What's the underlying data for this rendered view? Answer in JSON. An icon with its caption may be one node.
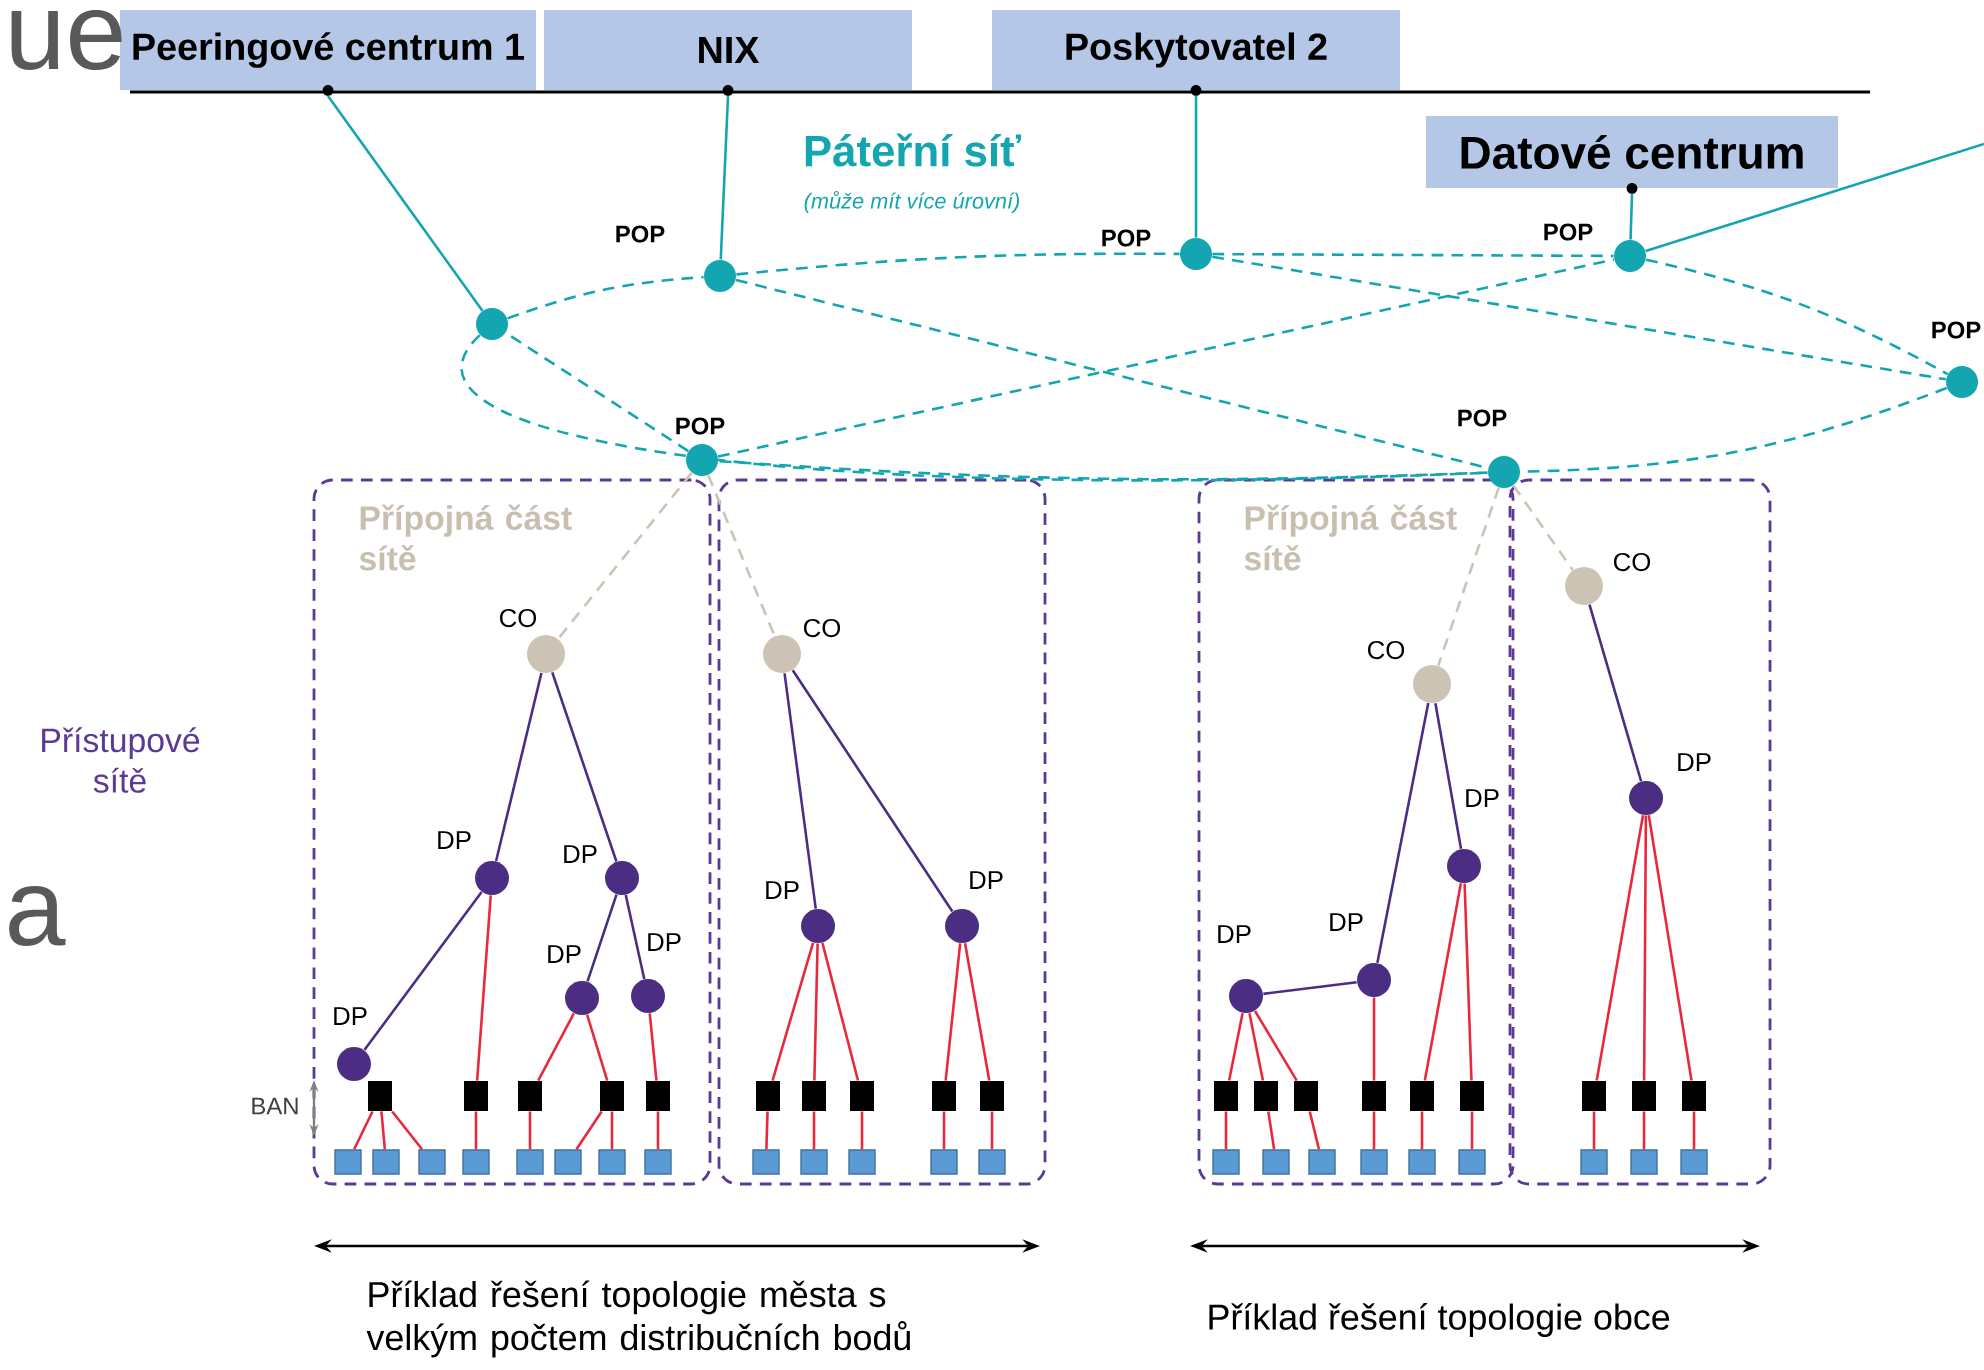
{
  "diagram": {
    "nodes": [
      {
        "text": [
          "Peeringové centrum 1"
        ]
      },
      {
        "text": [
          "NIX"
        ]
      },
      {
        "text": [
          "Poskytovatel 2"
        ]
      },
      {
        "text": [
          "Datové centrum"
        ]
      },
      {
        "text": [],
        "shape": "circle"
      },
      {
        "text": [],
        "shape": "circle",
        "beside": [
          "POP"
        ]
      },
      {
        "text": [],
        "shape": "circle",
        "beside": [
          "POP"
        ]
      },
      {
        "text": [],
        "shape": "circle",
        "beside": [
          "POP"
        ]
      },
      {
        "text": [],
        "shape": "circle",
        "beside": [
          "POP"
        ]
      },
      {
        "text": [],
        "shape": "circle",
        "beside": [
          "POP"
        ]
      },
      {
        "text": [],
        "shape": "circle",
        "beside": [
          "POP"
        ]
      },
      {
        "text": [
          "Přípojná část sítě"
        ]
      },
      {
        "text": [],
        "shape": "box"
      },
      {
        "text": [
          "Přípojná část sítě"
        ]
      },
      {
        "text": [],
        "shape": "box"
      },
      {
        "text": [],
        "shape": "circle",
        "beside": [
          "CO"
        ],
        "in": 11
      },
      {
        "text": [],
        "shape": "circle",
        "beside": [
          "DP"
        ],
        "in": 11
      },
      {
        "text": [],
        "shape": "circle",
        "beside": [
          "DP"
        ],
        "in": 11
      },
      {
        "text": [],
        "shape": "circle",
        "beside": [
          "DP"
        ],
        "in": 11
      },
      {
        "text": [],
        "shape": "circle",
        "beside": [
          "DP"
        ],
        "in": 11
      },
      {
        "text": [],
        "shape": "circle",
        "beside": [
          "DP"
        ],
        "in": 11
      },
      {
        "text": [],
        "shape": "box",
        "in": 11
      },
      {
        "text": [],
        "shape": "box",
        "in": 11
      },
      {
        "text": [],
        "shape": "box",
        "in": 11
      },
      {
        "text": [],
        "shape": "box",
        "in": 11
      },
      {
        "text": [],
        "shape": "box",
        "in": 11
      },
      {
        "text": [],
        "shape": "box",
        "in": 11
      },
      {
        "text": [],
        "shape": "box",
        "in": 11
      },
      {
        "text": [],
        "shape": "box",
        "in": 11
      },
      {
        "text": [],
        "shape": "box",
        "in": 11
      },
      {
        "text": [],
        "shape": "box",
        "in": 11
      },
      {
        "text": [],
        "shape": "box",
        "in": 11
      },
      {
        "text": [],
        "shape": "box",
        "in": 11
      },
      {
        "text": [],
        "shape": "box",
        "in": 11
      },
      {
        "text": [],
        "shape": "circle",
        "beside": [
          "CO"
        ],
        "in": 12
      },
      {
        "text": [],
        "shape": "circle",
        "beside": [
          "DP"
        ],
        "in": 12
      },
      {
        "text": [],
        "shape": "circle",
        "beside": [
          "DP"
        ],
        "in": 12
      },
      {
        "text": [],
        "shape": "box",
        "in": 12
      },
      {
        "text": [],
        "shape": "box",
        "in": 12
      },
      {
        "text": [],
        "shape": "box",
        "in": 12
      },
      {
        "text": [],
        "shape": "box",
        "in": 12
      },
      {
        "text": [],
        "shape": "box",
        "in": 12
      },
      {
        "text": [],
        "shape": "box",
        "in": 12
      },
      {
        "text": [],
        "shape": "box",
        "in": 12
      },
      {
        "text": [],
        "shape": "box",
        "in": 12
      },
      {
        "text": [],
        "shape": "box",
        "in": 12
      },
      {
        "text": [],
        "shape": "box",
        "in": 12
      },
      {
        "text": [],
        "shape": "circle",
        "beside": [
          "CO"
        ],
        "in": 13
      },
      {
        "text": [],
        "shape": "circle",
        "beside": [
          "DP"
        ],
        "in": 13
      },
      {
        "text": [],
        "shape": "circle",
        "beside": [
          "DP"
        ],
        "in": 13
      },
      {
        "text": [],
        "shape": "circle",
        "beside": [
          "DP"
        ],
        "in": 13
      },
      {
        "text": [],
        "shape": "box",
        "in": 13
      },
      {
        "text": [],
        "shape": "box",
        "in": 13
      },
      {
        "text": [],
        "shape": "box",
        "in": 13
      },
      {
        "text": [],
        "shape": "box",
        "in": 13
      },
      {
        "text": [],
        "shape": "box",
        "in": 13
      },
      {
        "text": [],
        "shape": "box",
        "in": 13
      },
      {
        "text": [],
        "shape": "box",
        "in": 13
      },
      {
        "text": [],
        "shape": "box",
        "in": 13
      },
      {
        "text": [],
        "shape": "box",
        "in": 13
      },
      {
        "text": [],
        "shape": "box",
        "in": 13
      },
      {
        "text": [],
        "shape": "box",
        "in": 13
      },
      {
        "text": [],
        "shape": "box",
        "in": 13
      },
      {
        "text": [],
        "shape": "circle",
        "beside": [
          "CO"
        ],
        "in": 14
      },
      {
        "text": [],
        "shape": "circle",
        "beside": [
          "DP"
        ],
        "in": 14
      },
      {
        "text": [],
        "shape": "box",
        "in": 14
      },
      {
        "text": [],
        "shape": "box",
        "in": 14
      },
      {
        "text": [],
        "shape": "box",
        "in": 14
      },
      {
        "text": [],
        "shape": "box",
        "in": 14
      },
      {
        "text": [],
        "shape": "box",
        "in": 14
      },
      {
        "text": [],
        "shape": "box",
        "in": 14
      }
    ],
    "edges": [
      {
        "from": 0,
        "to": 4,
        "arrow": "none",
        "color": "#13a5b0"
      },
      {
        "from": 1,
        "to": 5,
        "arrow": "none",
        "color": "#13a5b0"
      },
      {
        "from": 2,
        "to": 6,
        "arrow": "none",
        "color": "#13a5b0"
      },
      {
        "from": 3,
        "to": 7,
        "arrow": "none",
        "color": "#13a5b0"
      },
      {
        "from": null,
        "to": 7,
        "arrow": "none",
        "color": "#13a5b0"
      },
      {
        "from": 4,
        "to": 5,
        "arrow": "none",
        "style": "dashed",
        "color": "#13a5b0"
      },
      {
        "from": 5,
        "to": 6,
        "arrow": "none",
        "style": "dashed",
        "color": "#13a5b0"
      },
      {
        "from": 6,
        "to": 7,
        "arrow": "none",
        "style": "dashed",
        "color": "#13a5b0"
      },
      {
        "from": 7,
        "to": 8,
        "arrow": "none",
        "style": "dashed",
        "color": "#13a5b0"
      },
      {
        "from": 8,
        "to": 10,
        "arrow": "none",
        "style": "dashed",
        "color": "#13a5b0"
      },
      {
        "from": 10,
        "to": 9,
        "arrow": "none",
        "style": "dashed",
        "color": "#13a5b0"
      },
      {
        "from": 9,
        "to": 4,
        "arrow": "none",
        "style": "dashed",
        "color": "#13a5b0"
      },
      {
        "from": 4,
        "to": 10,
        "arrow": "none",
        "style": "dashed",
        "color": "#13a5b0"
      },
      {
        "from": 5,
        "to": 10,
        "arrow": "none",
        "style": "dashed",
        "color": "#13a5b0"
      },
      {
        "from": 9,
        "to": 7,
        "arrow": "none",
        "style": "dashed",
        "color": "#13a5b0"
      },
      {
        "from": 6,
        "to": 8,
        "arrow": "none",
        "style": "dashed",
        "color": "#13a5b0"
      },
      {
        "from": 9,
        "to": 15,
        "arrow": "none",
        "style": "dashed",
        "color": "#cdc3b5"
      },
      {
        "from": 9,
        "to": 34,
        "arrow": "none",
        "style": "dashed",
        "color": "#cdc3b5"
      },
      {
        "from": 10,
        "to": 47,
        "arrow": "none",
        "style": "dashed",
        "color": "#cdc3b5"
      },
      {
        "from": 10,
        "to": 63,
        "arrow": "none",
        "style": "dashed",
        "color": "#cdc3b5"
      },
      {
        "from": 15,
        "to": 16,
        "arrow": "none",
        "color": "#4b2d83"
      },
      {
        "from": 15,
        "to": 17,
        "arrow": "none",
        "color": "#4b2d83"
      },
      {
        "from": 16,
        "to": 20,
        "arrow": "none",
        "color": "#4b2d83"
      },
      {
        "from": 17,
        "to": 18,
        "arrow": "none",
        "color": "#4b2d83"
      },
      {
        "from": 17,
        "to": 19,
        "arrow": "none",
        "color": "#4b2d83"
      },
      {
        "from": 34,
        "to": 35,
        "arrow": "none",
        "color": "#4b2d83"
      },
      {
        "from": 34,
        "to": 36,
        "arrow": "none",
        "color": "#4b2d83"
      },
      {
        "from": 47,
        "to": 48,
        "arrow": "none",
        "color": "#4b2d83"
      },
      {
        "from": 47,
        "to": 49,
        "arrow": "none",
        "color": "#4b2d83"
      },
      {
        "from": 49,
        "to": 50,
        "arrow": "none",
        "color": "#4b2d83"
      },
      {
        "from": 63,
        "to": 64,
        "arrow": "none",
        "color": "#4b2d83"
      },
      {
        "from": 21,
        "to": 26,
        "arrow": "none"
      },
      {
        "from": 21,
        "to": 27,
        "arrow": "none"
      },
      {
        "from": 21,
        "to": 28,
        "arrow": "none"
      },
      {
        "from": 16,
        "to": 22,
        "arrow": "none"
      },
      {
        "from": 22,
        "to": 29,
        "arrow": "none"
      },
      {
        "from": 18,
        "to": 23,
        "arrow": "none"
      },
      {
        "from": 18,
        "to": 24,
        "arrow": "none"
      },
      {
        "from": 23,
        "to": 30,
        "arrow": "none"
      },
      {
        "from": 24,
        "to": 31,
        "arrow": "none"
      },
      {
        "from": 24,
        "to": 32,
        "arrow": "none"
      },
      {
        "from": 19,
        "to": 25,
        "arrow": "none"
      },
      {
        "from": 25,
        "to": 33,
        "arrow": "none"
      },
      {
        "from": 35,
        "to": 37,
        "arrow": "none"
      },
      {
        "from": 35,
        "to": 38,
        "arrow": "none"
      },
      {
        "from": 35,
        "to": 39,
        "arrow": "none"
      },
      {
        "from": 36,
        "to": 40,
        "arrow": "none"
      },
      {
        "from": 36,
        "to": 41,
        "arrow": "none"
      },
      {
        "from": 37,
        "to": 42,
        "arrow": "none"
      },
      {
        "from": 38,
        "to": 43,
        "arrow": "none"
      },
      {
        "from": 39,
        "to": 44,
        "arrow": "none"
      },
      {
        "from": 40,
        "to": 45,
        "arrow": "none"
      },
      {
        "from": 41,
        "to": 46,
        "arrow": "none"
      },
      {
        "from": 50,
        "to": 51,
        "arrow": "none"
      },
      {
        "from": 50,
        "to": 52,
        "arrow": "none"
      },
      {
        "from": 50,
        "to": 53,
        "arrow": "none"
      },
      {
        "from": 49,
        "to": 54,
        "arrow": "none"
      },
      {
        "from": 48,
        "to": 55,
        "arrow": "none"
      },
      {
        "from": 48,
        "to": 56,
        "arrow": "none"
      },
      {
        "from": 51,
        "to": 57,
        "arrow": "none"
      },
      {
        "from": 52,
        "to": 58,
        "arrow": "none"
      },
      {
        "from": 53,
        "to": 59,
        "arrow": "none"
      },
      {
        "from": 54,
        "to": 60,
        "arrow": "none"
      },
      {
        "from": 55,
        "to": 61,
        "arrow": "none"
      },
      {
        "from": 56,
        "to": 62,
        "arrow": "none"
      },
      {
        "from": 64,
        "to": 65,
        "arrow": "none"
      },
      {
        "from": 64,
        "to": 66,
        "arrow": "none"
      },
      {
        "from": 64,
        "to": 67,
        "arrow": "none"
      },
      {
        "from": 65,
        "to": 68,
        "arrow": "none"
      },
      {
        "from": 66,
        "to": 69,
        "arrow": "none"
      },
      {
        "from": 67,
        "to": 70,
        "arrow": "none"
      }
    ],
    "labels": [
      "ue",
      "Páteřní síť",
      "(může mít více úrovní)",
      "Přístupové sítě",
      "a",
      "BAN",
      "Příklad řešení topologie města s velkým počtem distribučních bodů",
      "Příklad řešení topologie obce"
    ]
  }
}
